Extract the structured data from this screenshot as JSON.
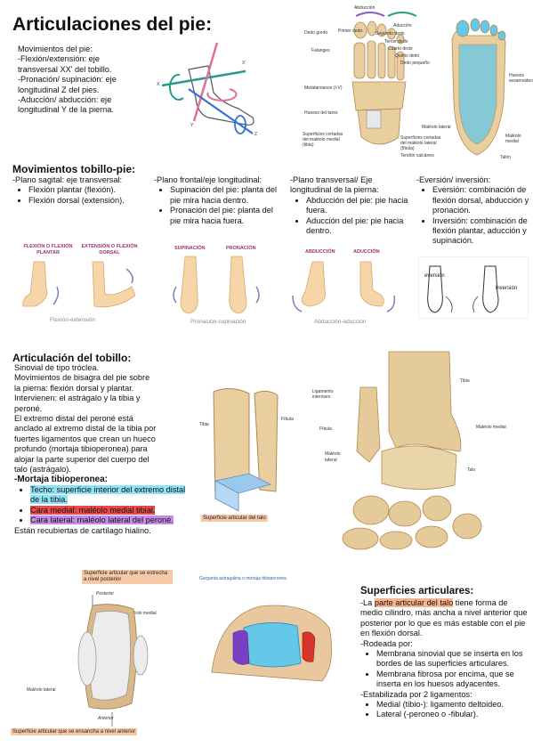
{
  "title": "Articulaciones del pie:",
  "intro": {
    "lines": [
      "Movimientos del pie:",
      "-Flexión/extensión: eje",
      "transversal XX' del tobillo.",
      "-Pronación/ supinación: eje",
      "longitudinal Z del pies.",
      "-Aducción/ abducción: eje",
      "longitudinal Y de la pierna."
    ]
  },
  "axes_fig": {
    "x": "X",
    "xp": "X'",
    "y": "Y",
    "z": "Z"
  },
  "skeleton_fig": {
    "top": {
      "abduccion": "Abducción",
      "aduccion": "Aducción"
    },
    "left": [
      "Dedo gordo",
      "Primer dedo",
      "Segundo dedo",
      "Falanges",
      "Tercer dedo",
      "Cuarto dedo",
      "Quinto dedo",
      "Dedo pequeño",
      "Metatarsianos (I-V)",
      "Huesos del tarso",
      "Superficies cortadas del maléolo medial (tibia)",
      "Superficies cortadas del maléolo lateral (fíbula)",
      "Tendón calcáneo"
    ],
    "right": [
      "Huesos sesamoideos",
      "Maléolo lateral",
      "Maléolo medial",
      "Talón"
    ]
  },
  "tobillo_pie": {
    "heading": "Movimientos tobillo-pie:",
    "col1": {
      "head": "-Plano sagital: eje transversal:",
      "items": [
        "Flexión plantar (flexión).",
        "Flexión dorsal (extensión)."
      ]
    },
    "col2": {
      "head": "-Plano frontal/eje longitudinal:",
      "items": [
        "Supinación del pie: planta del pie mira hacia dentro.",
        "Pronación del pie: planta del pie mira hacia fuera."
      ]
    },
    "col3": {
      "head": "-Plano transversal/ Eje longitudinal de la pierna:",
      "items": [
        "Abducción del pie: pie hacia fuera.",
        "Aducción del pie: pie hacia dentro."
      ]
    },
    "col4": {
      "head": "-Eversión/ inversión:",
      "items": [
        "Eversión: combinación de flexión dorsal, abducción y pronación.",
        "Inversión: combinación de flexión plantar, aducción y supinación."
      ]
    }
  },
  "movement_figs": {
    "fig1": {
      "lbl1": "FLEXIÓN O FLEXIÓN PLANTAR",
      "lbl2": "EXTENSIÓN O FLEXIÓN DORSAL",
      "caption": "Flexión-extensión"
    },
    "fig2": {
      "lbl1": "SUPINACIÓN",
      "lbl2": "PRONACIÓN",
      "caption": "Pronación-supinación"
    },
    "fig3": {
      "lbl1": "ABDUCCIÓN",
      "lbl2": "ADUCCIÓN",
      "caption": "Abducción-aducción"
    },
    "fig4": {
      "lbl1": "eversión",
      "lbl2": "inversión"
    }
  },
  "tobillo": {
    "heading": "Articulación del tobillo:",
    "lines": [
      "Sinovial de tipo tróclea.",
      "Movimientos de bisagra del pie sobre",
      "la pierna: flexión dorsal y plantar.",
      "Intervienen: el astrágalo y la tibia y",
      "peroné.",
      "El extremo distal del peroné está",
      "anclado al extremo distal de la tibia por",
      "fuertes ligamentos que crean un hueco",
      "profundo (mortaja tibioperonea) para",
      "alojar la parte superior del cuerpo del",
      "talo (astrágalo)."
    ],
    "mortaja_heading": "-Mortaja tibioperonea:",
    "mortaja_items": [
      "Techo: superficie interior del extremo distal de la tibia.",
      "Cara medial: maléolo medial tibial.",
      "Cara lateral: maléolo lateral del peroné."
    ],
    "footer": "Están recubiertas de cartílago hialino."
  },
  "mortise_fig": {
    "tibia": "Tibia",
    "fibula": "Fíbula",
    "caption": "Superficie articular del talo"
  },
  "xray_fig": {
    "tibia": "Tibia",
    "ligamento": "Ligamento interóseo",
    "fibula": "Fíbula",
    "maleolo_lateral": "Maléolo lateral",
    "maleolo_medial": "Maléolo medial",
    "talo": "Talo"
  },
  "talus_fig": {
    "top_caption": "Superficie articular que se estrecha a nivel posterior",
    "posterior": "Posterior",
    "maleolo_medial": "Maléolo medial",
    "maleolo_lateral": "Maléolo lateral",
    "anterior": "Anterior",
    "bottom_caption": "Superficie articular que se ensancha a nivel anterior"
  },
  "garganta_fig": {
    "caption": "Garganta astragalina o mortaja tibioperonea"
  },
  "superficies": {
    "heading": "Superficies articulares:",
    "p1_pre": "-La ",
    "p1_hl": "parte articular del talo",
    "p1_post": " tiene forma de medio cilindro, más ancha a nivel anterior que posterior por lo que es más estable con el pie en flexión dorsal.",
    "rodeada": "-Rodeada por:",
    "rodeada_items": [
      "Membrana sinovial que se inserta en los bordes de las superficies articulares.",
      "Membrana fibrosa por encima, que se inserta en los huesos adyacentes."
    ],
    "estabilizada": "-Estabilizada por 2 ligamentos:",
    "estabilizada_items": [
      "Medial (tibio-): ligamento deltoideo.",
      "Lateral (-peroneo o -fibular)."
    ]
  },
  "colors": {
    "bone": "#e9cfa0",
    "bone_dark": "#c9a36a",
    "skin": "#f6d5a8",
    "cartilage_blue": "#66c8e8",
    "purple": "#7b3fc4",
    "red": "#d9342b"
  }
}
